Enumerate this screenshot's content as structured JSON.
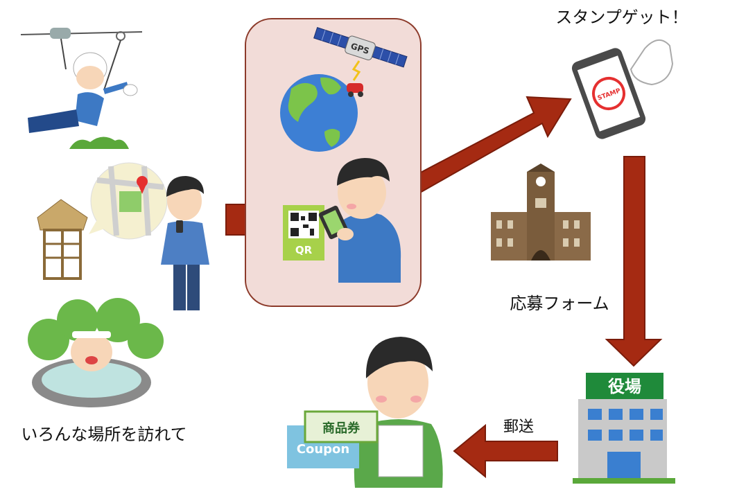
{
  "labels": {
    "stamp_get": "スタンプゲット！",
    "application_form": "応募フォーム",
    "visit_places": "いろんな場所を訪れて",
    "mail": "郵送"
  },
  "illustration_text": {
    "gps": "GPS",
    "qr": "QR",
    "stamp": "STAMP",
    "town_office": "役場",
    "gift_voucher": "商品券",
    "coupon": "Coupon"
  },
  "colors": {
    "arrow": "#a52a12",
    "arrow_stroke": "#7a1c0a",
    "panel_fill": "#f2dcd8",
    "panel_stroke": "#8c3a2a",
    "office_sign": "#1f8a3a",
    "qr_card": "#a7d14a",
    "coupon_blue": "#7fc3e0"
  },
  "icons": [
    "zipline-person-icon",
    "map-pin-icon",
    "stilt-house-icon",
    "man-with-phone-icon",
    "onsen-person-icon",
    "gps-satellite-icon",
    "globe-icon",
    "car-icon",
    "qr-code-icon",
    "man-scanning-icon",
    "smartphone-stamp-icon",
    "tapping-hand-icon",
    "university-building-icon",
    "town-office-icon",
    "man-with-voucher-icon"
  ]
}
